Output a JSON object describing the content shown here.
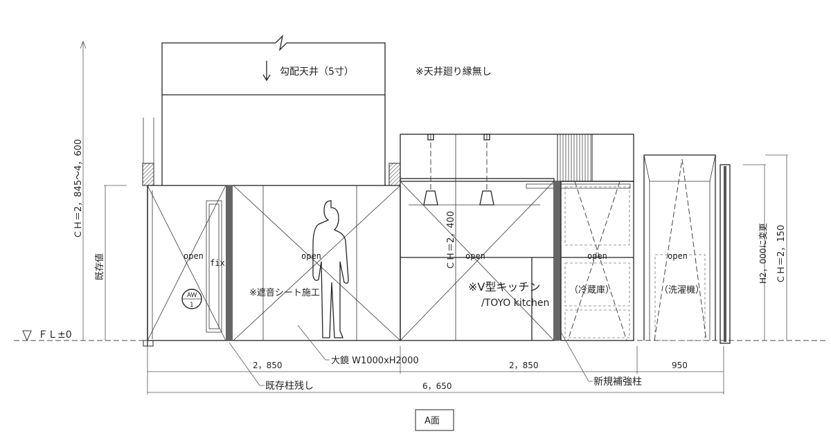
{
  "drawing": {
    "ceiling_note": "勾配天井（5寸）",
    "molding_note": "※天井廻り縁無し",
    "ch_left": "ＣＨ＝2，845～4，600",
    "existing_value": "既存値",
    "floor_level": "ＦＬ±0",
    "ch_kitchen": "ＣＨ＝2，400",
    "h_change": "H2，000に変更",
    "ch_right": "ＣＨ＝2，150",
    "open_labels": [
      "open",
      "open",
      "open",
      "open",
      "open"
    ],
    "fix_label": "fix",
    "aw_tag_top": "AW",
    "aw_tag_bottom": "1",
    "sound_sheet": "※遮音シート施工",
    "kitchen_line1": "※V型キッチン",
    "kitchen_line2": "/TOYO kitchen",
    "fridge": "（冷蔵庫）",
    "washer": "（洗濯機）",
    "mirror": "大鏡 W1000xH2000",
    "existing_column": "既存柱残し",
    "new_column": "新規補強柱",
    "dimensions": [
      "2，850",
      "2，850",
      "950"
    ],
    "total_dimension": "6，650",
    "sheet_label": "A面"
  }
}
